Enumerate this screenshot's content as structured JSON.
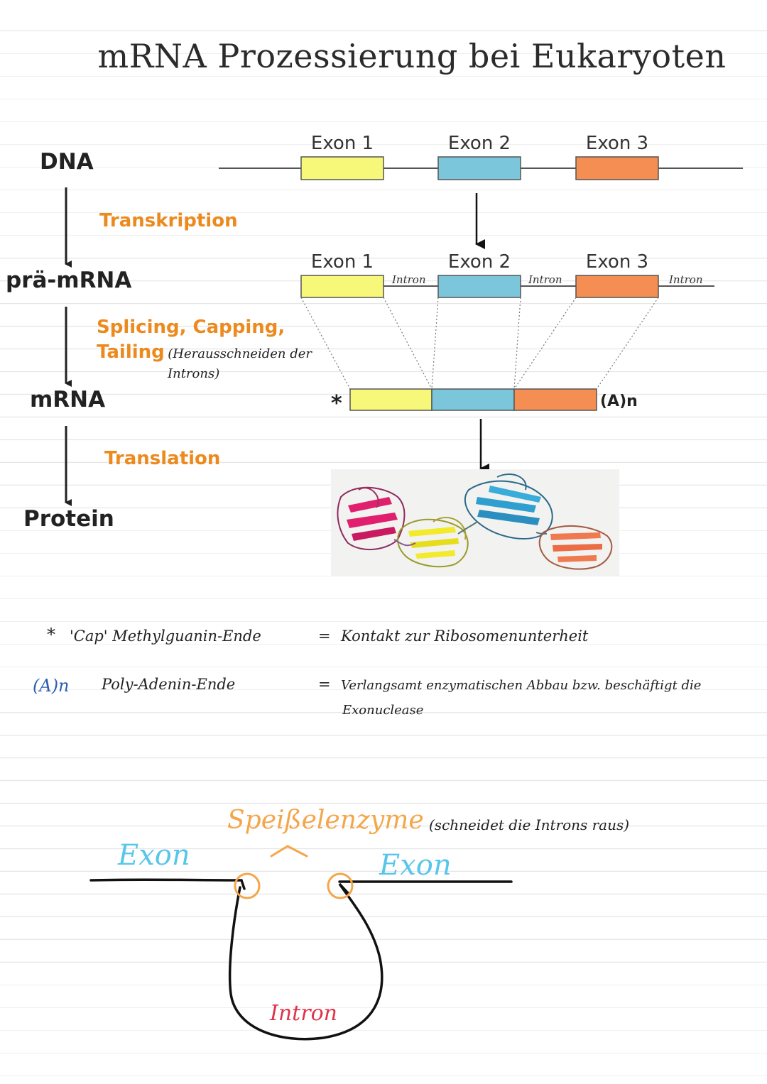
{
  "title": "mRNA Prozessierung bei Eukaryoten",
  "flow": {
    "stages": [
      "DNA",
      "prä-mRNA",
      "mRNA",
      "Protein"
    ],
    "processes": {
      "transcription": "Transkription",
      "splicing_line1": "Splicing, Capping,",
      "splicing_line2": "Tailing",
      "splicing_note_line1": "(Herausschneiden der",
      "splicing_note_line2": "Introns)",
      "translation": "Translation"
    }
  },
  "gene": {
    "dna_exons": [
      "Exon 1",
      "Exon 2",
      "Exon 3"
    ],
    "pre_mrna_exons": [
      "Exon 1",
      "Exon 2",
      "Exon 3"
    ],
    "intron_label": "Intron",
    "cap_symbol": "*",
    "polya_label": "(A)n",
    "colors": {
      "exon1": "#f7f77a",
      "exon2": "#7cc6dc",
      "exon3": "#f58e52",
      "line": "#555555"
    }
  },
  "notes": {
    "cap": {
      "symbol": "*",
      "term": "'Cap' Methylguanin-Ende",
      "eq": "=",
      "meaning": "Kontakt zur Ribosomenunterheit"
    },
    "polya": {
      "symbol": "(A)n",
      "term": "Poly-Adenin-Ende",
      "eq": "=",
      "meaning_line1": "Verlangsamt enzymatischen Abbau bzw. beschäftigt die",
      "meaning_line2": "Exonuclease"
    }
  },
  "splice_sketch": {
    "enzyme": "Speißelenzyme",
    "enzyme_note": "(schneidet die Introns raus)",
    "exon_left": "Exon",
    "exon_right": "Exon",
    "intron": "Intron",
    "colors": {
      "enzyme": "#f4a64a",
      "exon": "#57c6ea",
      "intron": "#e0334a"
    }
  }
}
